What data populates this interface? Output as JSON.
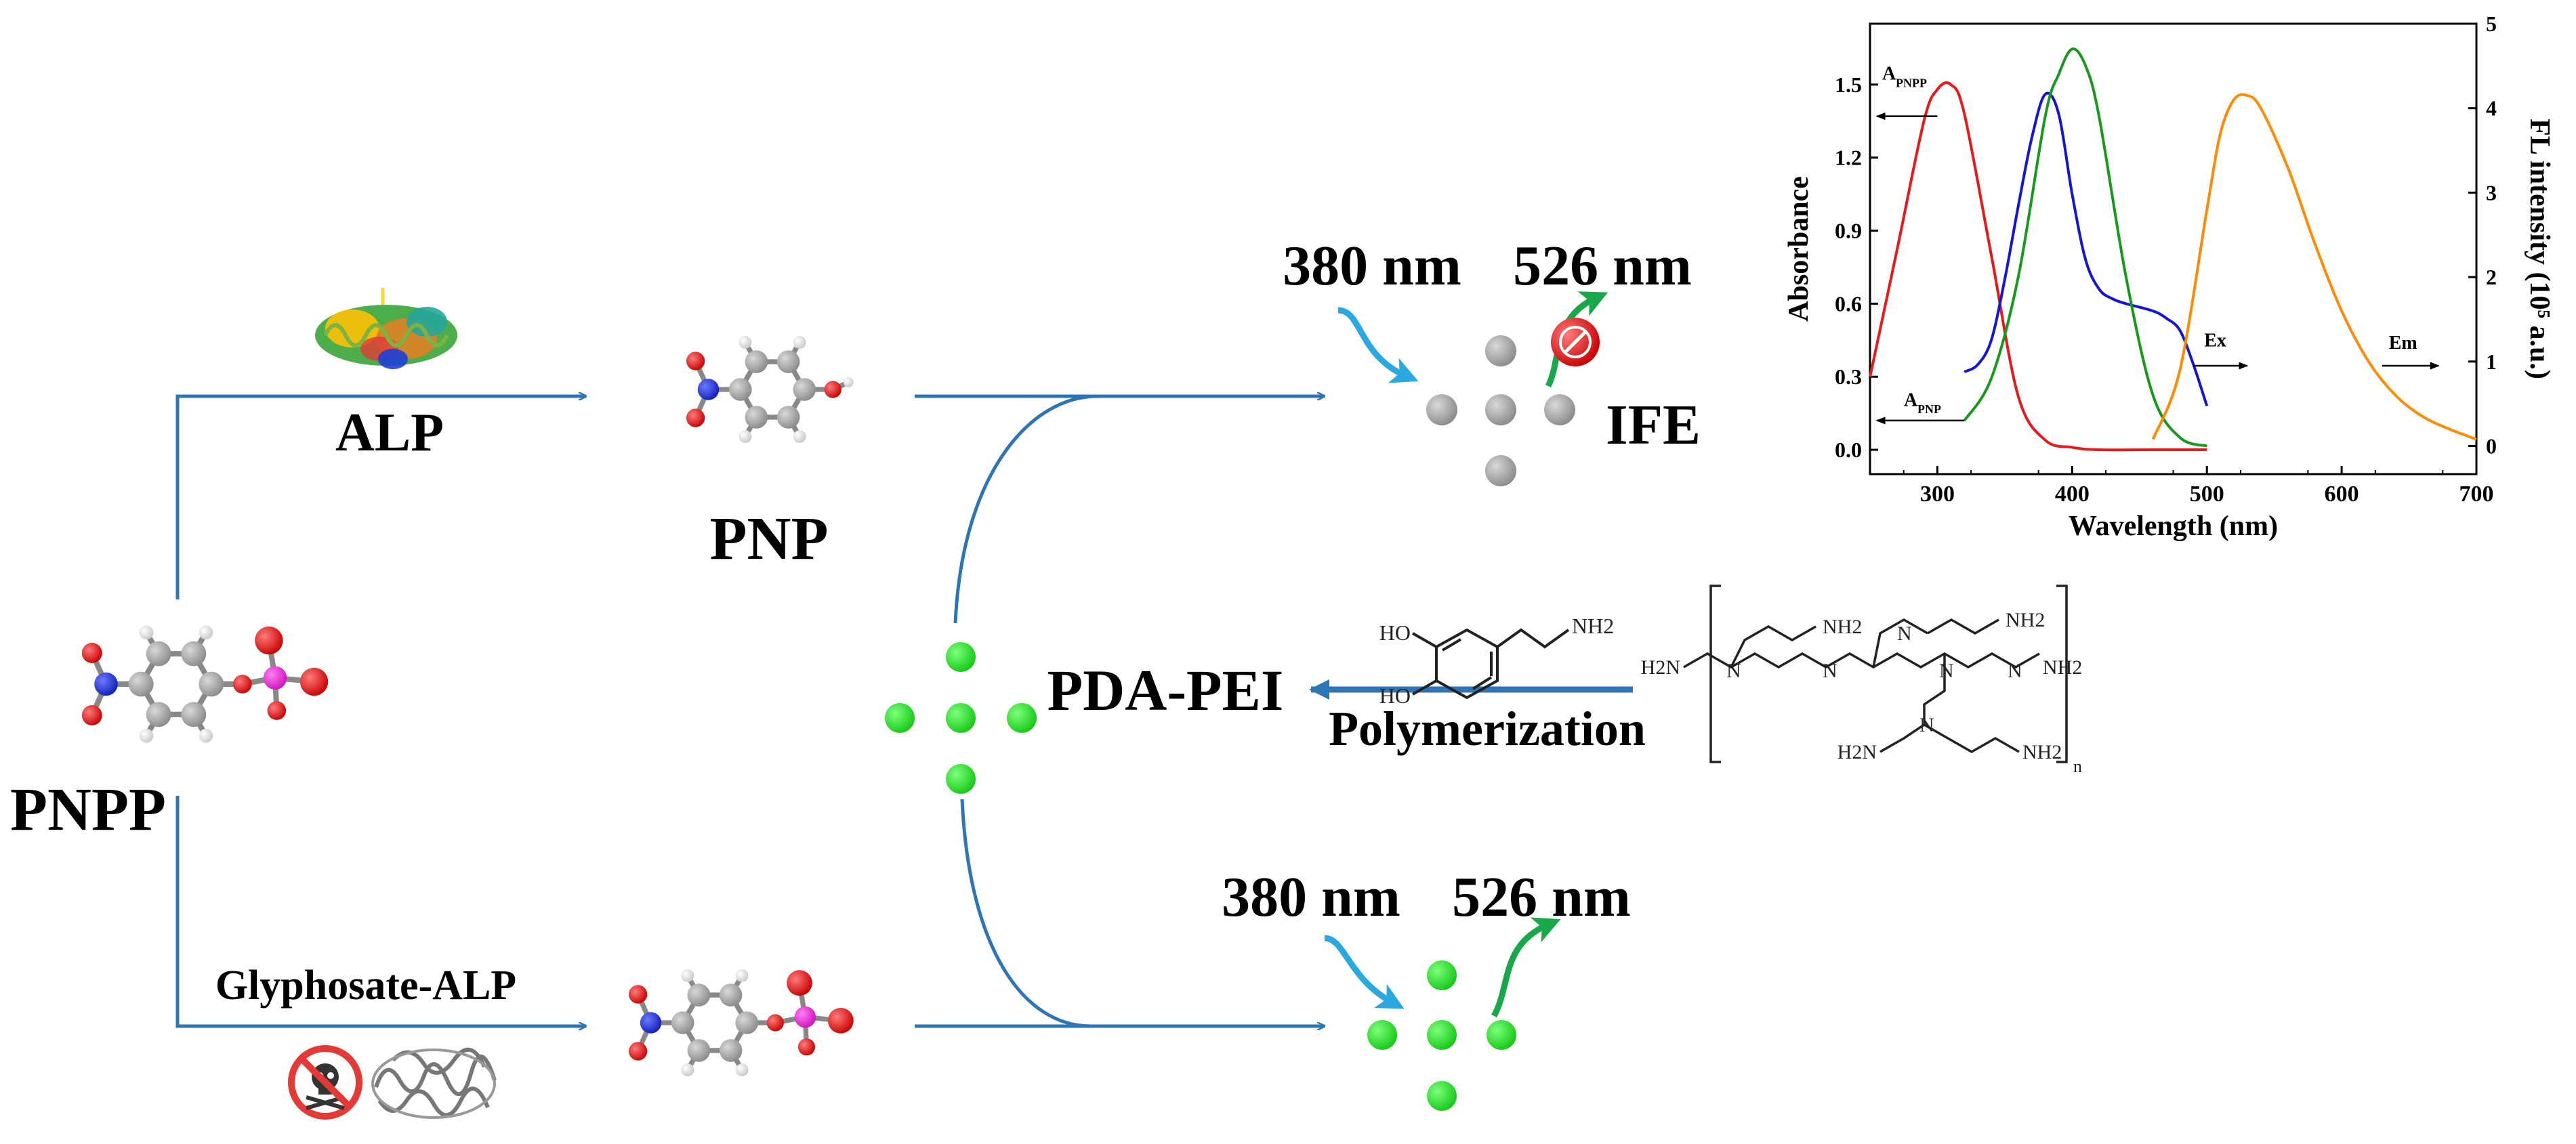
{
  "labels": {
    "pnpp": "PNPP",
    "alp": "ALP",
    "pnp": "PNP",
    "glyphosate_alp": "Glyphosate-ALP",
    "pda_pei": "PDA-PEI",
    "polymerization": "Polymerization",
    "ex_top": "380 nm",
    "em_top": "526 nm",
    "ife": "IFE",
    "ex_bottom": "380 nm",
    "em_bottom": "526 nm"
  },
  "dopamine": {
    "oh_top": "HO",
    "oh_bottom": "HO",
    "nh2": "NH2"
  },
  "pei": {
    "amine": "NH2",
    "h2n": "H2N",
    "n": "N",
    "nh": "N",
    "h": "H",
    "n_sub": "n"
  },
  "colors": {
    "arrow": "#2e75b6",
    "nanodot": "#33dd33",
    "quenched_dot": "#999999",
    "excitation_arrow": "#29a9e0",
    "emission_arrow": "#17a84a",
    "carbon": "#888888",
    "oxygen": "#e01010",
    "nitrogen": "#1f2fd0",
    "phosphorus": "#e020d0",
    "hydrogen": "#dddddd"
  },
  "chart_data": {
    "type": "line",
    "xlabel": "Wavelength (nm)",
    "ylabel_left": "Absorbance",
    "ylabel_right": "FL intensity (10⁵ a.u.)",
    "xlim": [
      250,
      700
    ],
    "ylim_left": [
      -0.1,
      1.75
    ],
    "ylim_right": [
      -0.333,
      5
    ],
    "x_ticks": [
      300,
      400,
      500,
      600,
      700
    ],
    "y_left_ticks": [
      "0.0",
      "0.3",
      "0.6",
      "0.9",
      "1.2",
      "1.5"
    ],
    "y_right_ticks": [
      "0",
      "1",
      "2",
      "3",
      "4",
      "5"
    ],
    "annotations": {
      "a_pnpp": "A",
      "a_pnpp_sub": "PNPP",
      "a_pnp": "A",
      "a_pnp_sub": "PNP",
      "ex": "Ex",
      "em": "Em"
    },
    "series": [
      {
        "key": "a_pnpp",
        "color": "#e8191a",
        "axis": "left",
        "x": [
          250,
          270,
          290,
          300,
          310,
          320,
          340,
          360,
          380,
          400,
          420,
          460,
          500
        ],
        "y": [
          0.3,
          0.82,
          1.35,
          1.48,
          1.5,
          1.38,
          0.8,
          0.22,
          0.04,
          0.01,
          0.0,
          0.0,
          0.0
        ]
      },
      {
        "key": "a_pnp",
        "color": "#1515d8",
        "axis": "left",
        "x": [
          320,
          330,
          340,
          350,
          360,
          370,
          380,
          390,
          400,
          410,
          420,
          430,
          440,
          460,
          470,
          480,
          490,
          500
        ],
        "y": [
          0.32,
          0.35,
          0.45,
          0.7,
          1.0,
          1.28,
          1.46,
          1.38,
          1.05,
          0.78,
          0.66,
          0.62,
          0.6,
          0.57,
          0.54,
          0.49,
          0.35,
          0.18
        ]
      },
      {
        "key": "ex",
        "color": "#179a1c",
        "axis": "right",
        "x": [
          320,
          340,
          360,
          380,
          390,
          400,
          410,
          420,
          440,
          460,
          480,
          500
        ],
        "y": [
          0.3,
          0.8,
          2.0,
          3.9,
          4.4,
          4.7,
          4.5,
          3.9,
          2.0,
          0.6,
          0.1,
          0.0
        ]
      },
      {
        "key": "em",
        "color": "#ff8c00",
        "axis": "right",
        "x": [
          460,
          480,
          500,
          510,
          520,
          530,
          540,
          560,
          580,
          600,
          620,
          640,
          660,
          680,
          700
        ],
        "y": [
          0.08,
          0.9,
          2.8,
          3.7,
          4.1,
          4.15,
          4.0,
          3.3,
          2.4,
          1.6,
          1.0,
          0.6,
          0.35,
          0.2,
          0.08
        ]
      }
    ]
  }
}
